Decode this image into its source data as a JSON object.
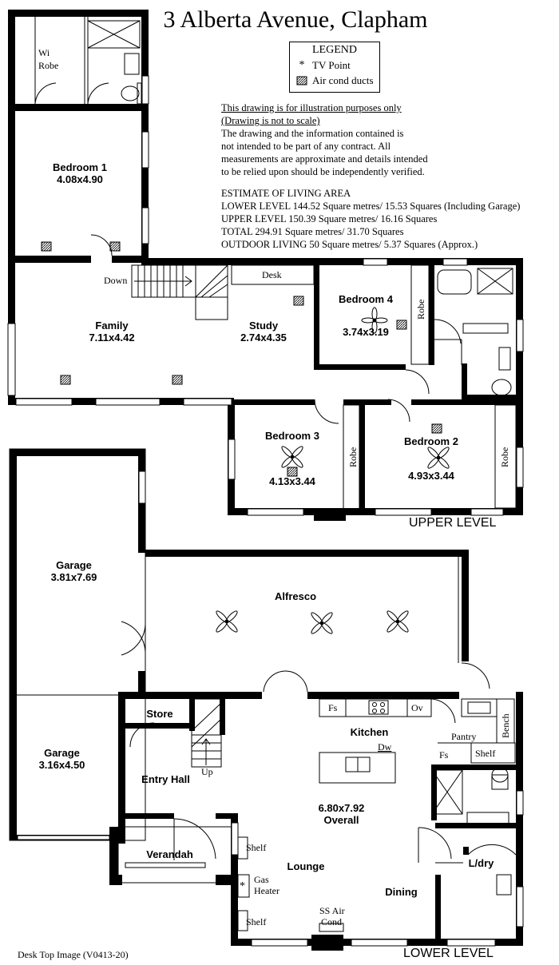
{
  "title": "3 Alberta Avenue, Clapham",
  "legend": {
    "title": "LEGEND",
    "items": [
      {
        "label": "TV Point",
        "icon": "tv-point-icon"
      },
      {
        "label": "Air cond ducts",
        "icon": "air-duct-icon"
      }
    ]
  },
  "disclaimer": {
    "line1": "This drawing is for illustration purposes only",
    "line2": "(Drawing is not to scale)",
    "body": [
      "The drawing and the information contained is",
      "not intended to be part of any contract.  All",
      "measurements are approximate and details intended",
      "to be relied upon should be independently verified."
    ]
  },
  "estimate": {
    "heading": "ESTIMATE OF LIVING AREA",
    "lower": "LOWER LEVEL  144.52 Square metres/ 15.53 Squares (Including Garage)",
    "upper": "UPPER LEVEL  150.39 Square metres/ 16.16 Squares",
    "total": "TOTAL  294.91 Square metres/ 31.70 Squares",
    "outdoor": "OUTDOOR LIVING  50 Square metres/ 5.37 Squares (Approx.)"
  },
  "levels": {
    "upper": "UPPER LEVEL",
    "lower": "LOWER LEVEL"
  },
  "rooms": {
    "bed1": {
      "name": "Bedroom 1",
      "size": "4.08x4.90"
    },
    "family": {
      "name": "Family",
      "size": "7.11x4.42"
    },
    "study": {
      "name": "Study",
      "size": "2.74x4.35"
    },
    "bed4": {
      "name": "Bedroom 4",
      "size": "3.74x3.19"
    },
    "bed3": {
      "name": "Bedroom 3",
      "size": "4.13x3.44"
    },
    "bed2": {
      "name": "Bedroom 2",
      "size": "4.93x3.44"
    },
    "garage1": {
      "name": "Garage",
      "size": "3.81x7.69"
    },
    "garage2": {
      "name": "Garage",
      "size": "3.16x4.50"
    },
    "alfresco": {
      "name": "Alfresco"
    },
    "store": {
      "name": "Store"
    },
    "kitchen": {
      "name": "Kitchen"
    },
    "pantry": {
      "name": "Pantry"
    },
    "entry": {
      "name": "Entry Hall"
    },
    "overall": {
      "name": "6.80x7.92",
      "sub": "Overall"
    },
    "verandah": {
      "name": "Verandah"
    },
    "lounge": {
      "name": "Lounge"
    },
    "dining": {
      "name": "Dining"
    },
    "laundry": {
      "name": "L/dry"
    }
  },
  "labels": {
    "wirobe1": "Wi",
    "wirobe2": "Robe",
    "down": "Down",
    "desk": "Desk",
    "robe": "Robe",
    "up": "Up",
    "fs": "Fs",
    "ov": "Ov",
    "dw": "Dw",
    "bench": "Bench",
    "shelf": "Shelf",
    "gas1": "Gas",
    "gas2": "Heater",
    "ss1": "SS Air",
    "ss2": "Cond",
    "star": "*"
  },
  "footer": "Desk Top Image   (V0413-20)"
}
